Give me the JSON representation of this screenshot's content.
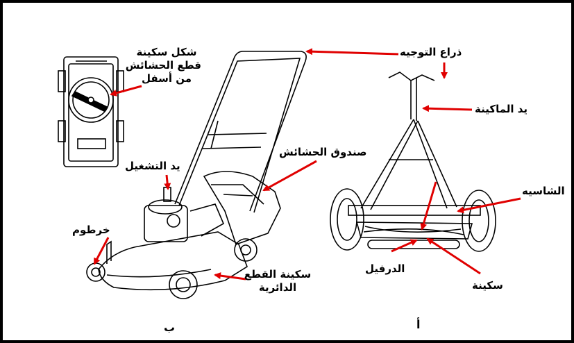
{
  "labels": {
    "underside_shape": [
      "شكل سكينة",
      "قطع الحشائش",
      "من أسفل"
    ],
    "steering_arm": "ذراع التوجيه",
    "machine_handle": "يد الماكينة",
    "grass_box": "صندوق الحشائش",
    "start_handle": "يد التشغيل",
    "chassis": "الشاسيه",
    "hose": "خرطوم",
    "circular_blade": [
      "سكينة القطع",
      "الدائرية"
    ],
    "roller": "الدرفيل",
    "blade": "سكينة"
  },
  "captions": {
    "left": "ب",
    "right": "أ"
  },
  "colors": {
    "arrow": "#e00000",
    "line": "#000000",
    "background": "#ffffff"
  }
}
